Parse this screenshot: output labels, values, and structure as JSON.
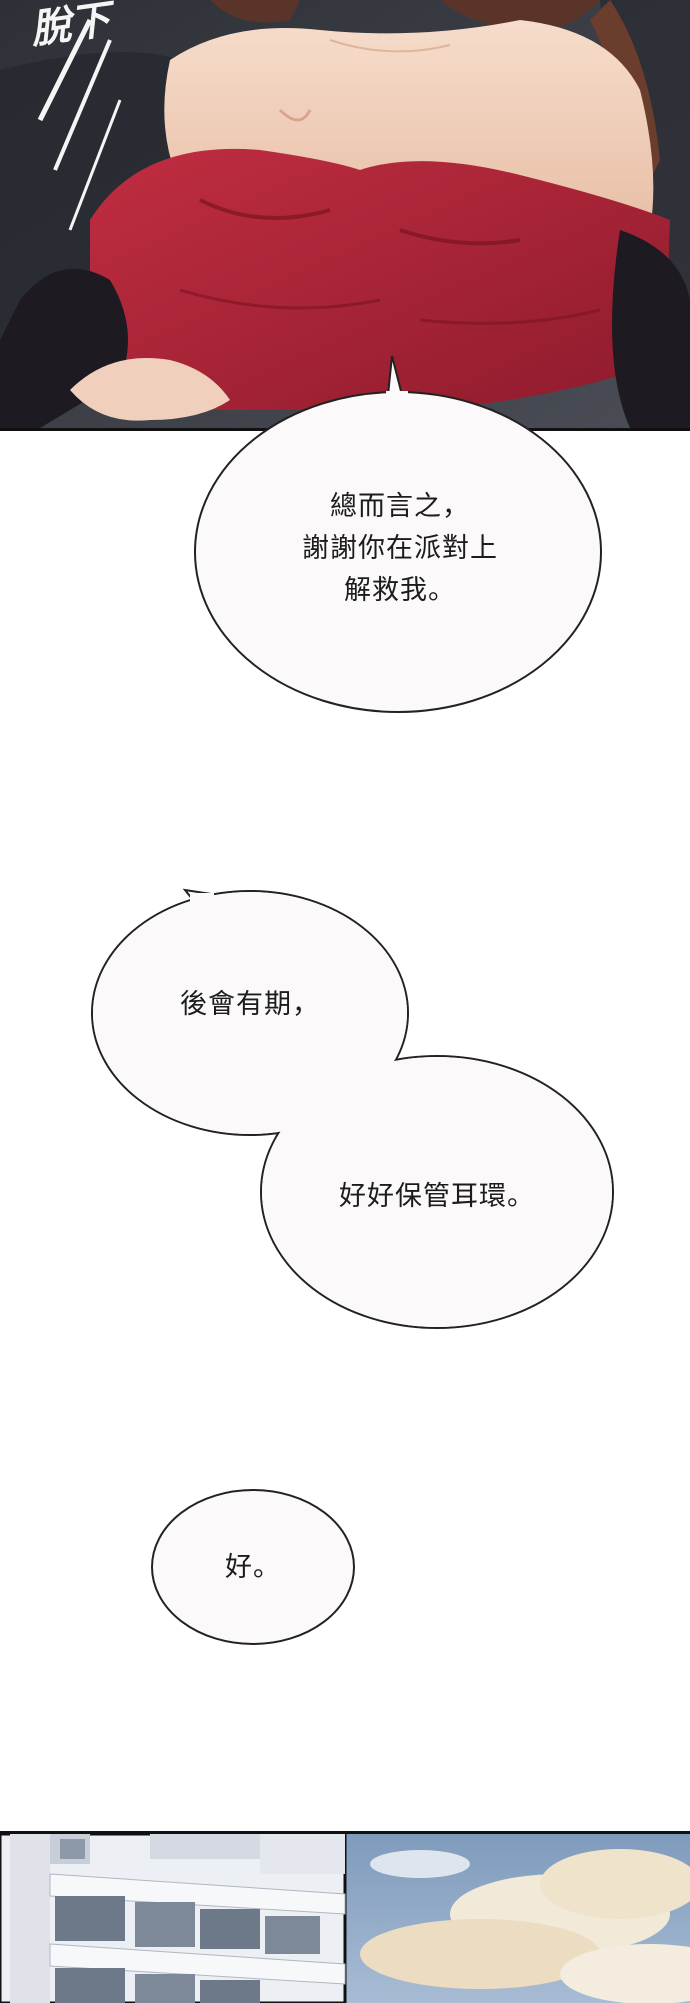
{
  "panels": {
    "top": {
      "description_icon": "woman-red-dress-illustration",
      "sfx_text": "脫下"
    },
    "bottom": {
      "description_icon": "building-sky-illustration"
    }
  },
  "bubbles": [
    {
      "text": "總而言之，\n謝謝你在派對上\n解救我。"
    },
    {
      "text": "後會有期，"
    },
    {
      "text": "好好保管耳環。"
    },
    {
      "text": "好。"
    }
  ],
  "colors": {
    "dress_red": "#b3263a",
    "skin": "#f1d4c0",
    "background_dark": "#3a3d44",
    "sky_blue": "#8fa9c6",
    "bubble_fill": "#fbf9f9",
    "bubble_stroke": "#222222"
  }
}
